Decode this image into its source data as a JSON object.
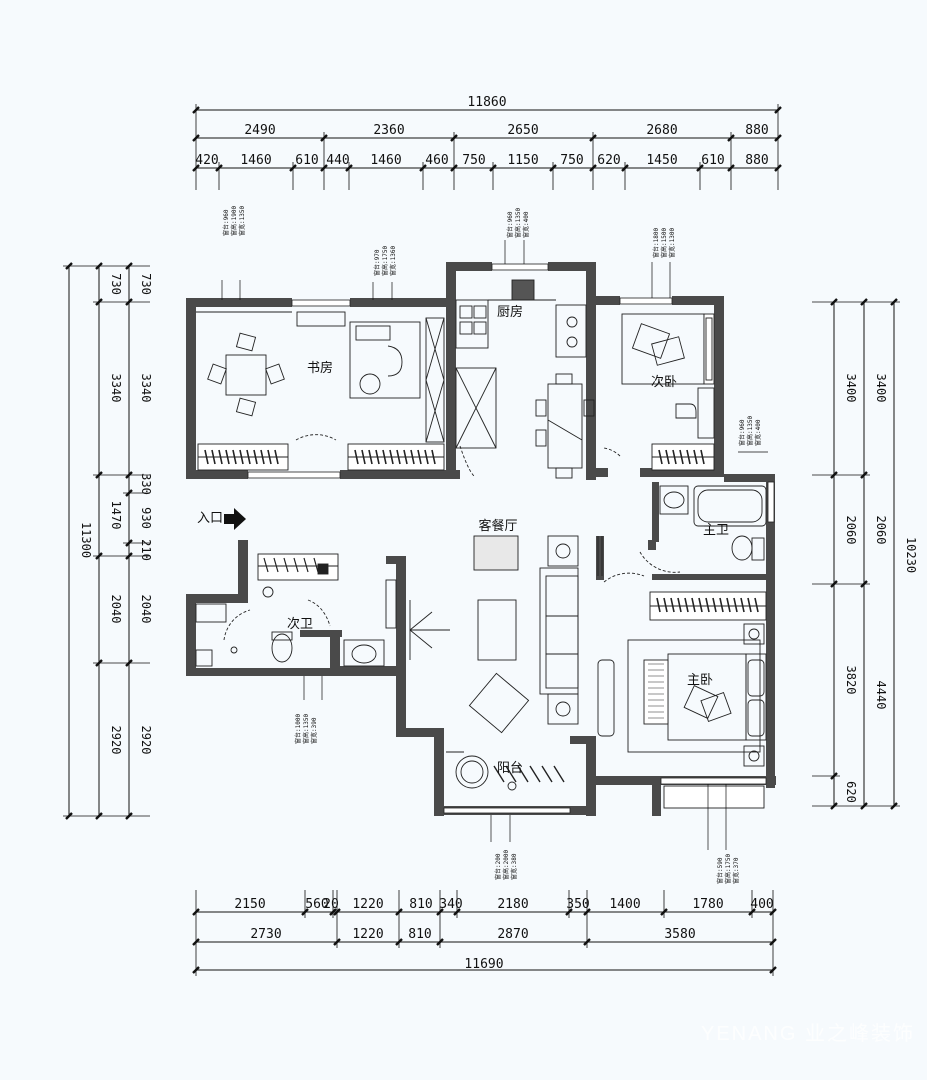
{
  "top_dims": {
    "total": "11860",
    "row2": [
      "2490",
      "2360",
      "2650",
      "2680",
      "880"
    ],
    "row1": [
      "420",
      "1460",
      "610",
      "440",
      "1460",
      "460",
      "750",
      "1150",
      "750",
      "620",
      "1450",
      "610",
      "880"
    ]
  },
  "bottom_dims": {
    "row1": [
      "2150",
      "560",
      "20",
      "1220",
      "810",
      "340",
      "2180",
      "350",
      "1400",
      "1780",
      "400"
    ],
    "row2": [
      "2730",
      "1220",
      "810",
      "2870",
      "3580"
    ],
    "total": "11690"
  },
  "left_dims": {
    "total": "11300",
    "outer": [
      "730",
      "3340",
      "1470",
      "2040",
      "2920"
    ],
    "inner": [
      "730",
      "3340",
      "330",
      "930",
      "210",
      "2040",
      "2920"
    ]
  },
  "right_dims": {
    "total": "10230",
    "outer": [
      "3400",
      "2060",
      "4440"
    ],
    "inner": [
      "3400",
      "2060",
      "3820",
      "620"
    ]
  },
  "rooms": {
    "study": "书房",
    "kitchen": "厨房",
    "second_bedroom": "次卧",
    "entrance": "入口",
    "living_dining": "客餐厅",
    "guest_bath": "次卫",
    "master_bath": "主卫",
    "master_bedroom": "主卧",
    "balcony": "阳台"
  },
  "notes": {
    "study": [
      "窗宽:1350",
      "窗高:1900",
      "窗台:960"
    ],
    "study_right": [
      "窗宽:1360",
      "窗高:1750",
      "窗台:970"
    ],
    "kitchen": [
      "窗宽:400",
      "窗高:1350",
      "窗台:960"
    ],
    "second_bedroom": [
      "窗宽:1300",
      "窗高:1500",
      "窗台:1800"
    ],
    "master_bath": [
      "窗宽:400",
      "窗高:1350",
      "窗台:960"
    ],
    "guest_bath": [
      "窗宽:390",
      "窗高:1350",
      "窗台:1000"
    ],
    "balcony": [
      "窗宽:380",
      "窗高:2000",
      "窗台:200"
    ],
    "master_bedroom": [
      "窗宽:370",
      "窗高:1750",
      "窗台:590"
    ]
  },
  "watermark": "YENANG 业之峰装饰"
}
